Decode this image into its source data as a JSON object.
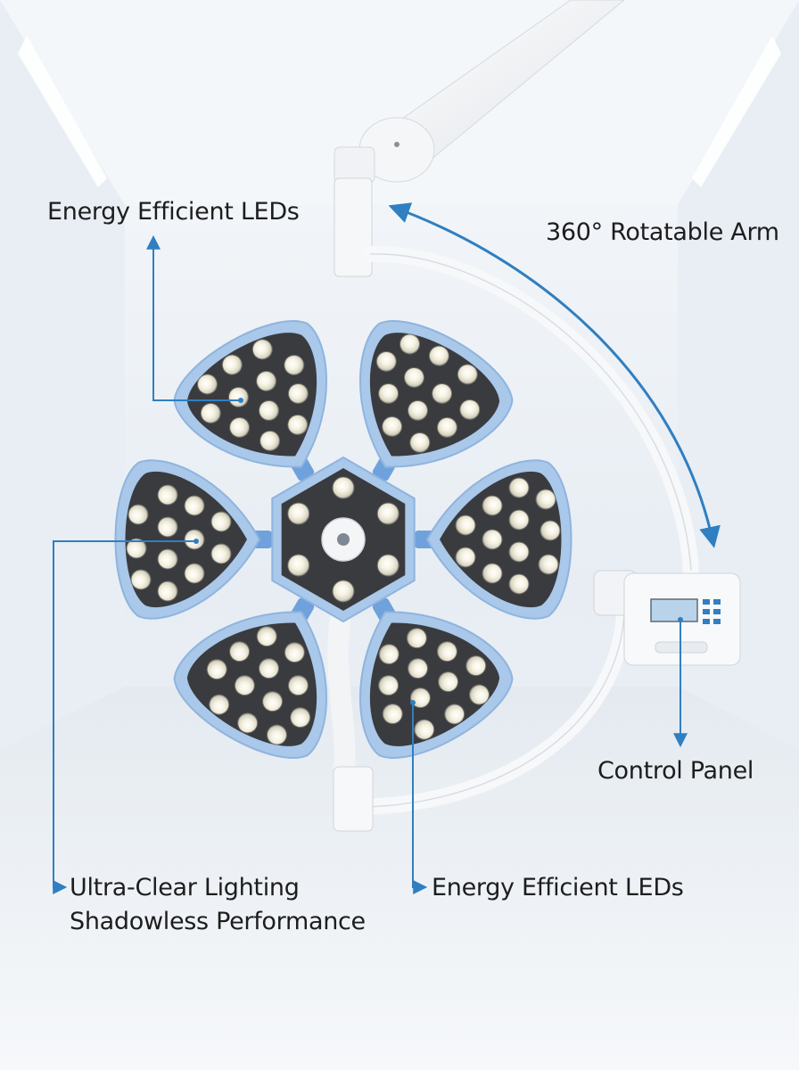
{
  "callouts": {
    "top_left": "Energy Efficient LEDs",
    "arm": "360° Rotatable Arm",
    "control": "Control Panel",
    "bottom_left_line1": "Ultra-Clear Lighting",
    "bottom_left_line2": "Shadowless Performance",
    "bottom_right": "Energy Efficient LEDs"
  },
  "colors": {
    "accent": "#2f7fc1",
    "petal_fill": "#3a3b3f",
    "petal_rim": "#a9c8ea",
    "background": "#f3f6f9",
    "display": "#b9d4ea"
  },
  "icons": [
    "surgical-lamp",
    "led-bulb",
    "control-panel",
    "pointer-arrow"
  ]
}
